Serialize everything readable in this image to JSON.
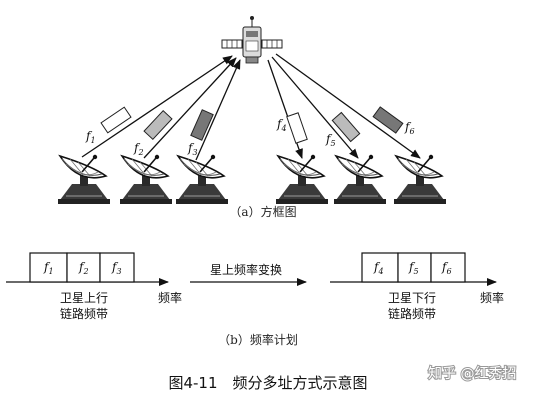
{
  "diagram_a": {
    "uplink_labels": [
      {
        "main": "f",
        "sub": "1"
      },
      {
        "main": "f",
        "sub": "2"
      },
      {
        "main": "f",
        "sub": "3"
      }
    ],
    "downlink_labels": [
      {
        "main": "f",
        "sub": "4"
      },
      {
        "main": "f",
        "sub": "5"
      },
      {
        "main": "f",
        "sub": "6"
      }
    ],
    "carrier_fills": [
      "#ffffff",
      "#bbbbbb",
      "#777777"
    ],
    "caption": "（a）方框图"
  },
  "diagram_b": {
    "uplink_cells": [
      {
        "main": "f",
        "sub": "1"
      },
      {
        "main": "f",
        "sub": "2"
      },
      {
        "main": "f",
        "sub": "3"
      }
    ],
    "downlink_cells": [
      {
        "main": "f",
        "sub": "4"
      },
      {
        "main": "f",
        "sub": "5"
      },
      {
        "main": "f",
        "sub": "6"
      }
    ],
    "uplink_band_line1": "卫星上行",
    "uplink_band_line2": "链路频带",
    "downlink_band_line1": "卫星下行",
    "downlink_band_line2": "链路频带",
    "freq_axis_label_left": "频率",
    "freq_axis_label_right": "频率",
    "conversion_label": "星上频率变换",
    "caption": "（b）频率计划"
  },
  "figure_caption": "图4-11　频分多址方式示意图",
  "watermark": "知乎 @红秀招"
}
